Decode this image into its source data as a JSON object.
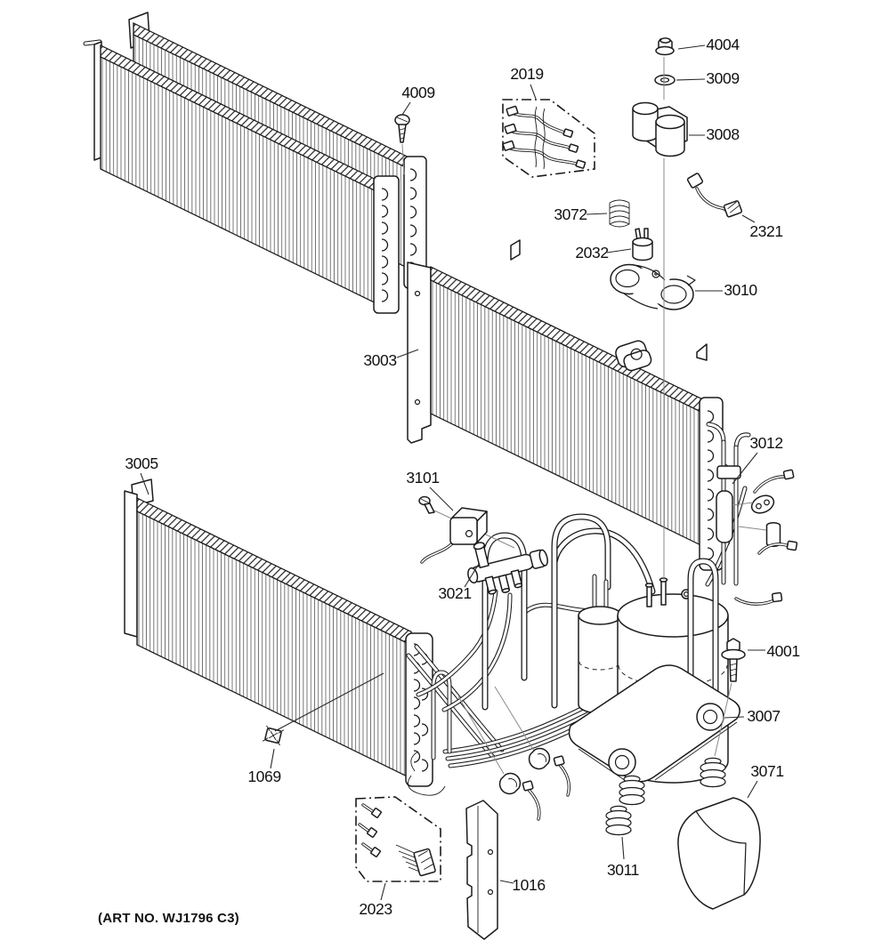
{
  "diagram": {
    "kind": "exploded-parts-diagram",
    "subject": "air-conditioner-sealed-system-unit"
  },
  "colors": {
    "background": "#ffffff",
    "line": "#1b1b1b",
    "leader_gray": "#8a8a8a",
    "label_text": "#111111"
  },
  "parts": [
    {
      "id": "4009",
      "label": "4009",
      "name": "screw"
    },
    {
      "id": "2019",
      "label": "2019",
      "name": "wire-harness-kit"
    },
    {
      "id": "4004",
      "label": "4004",
      "name": "nut"
    },
    {
      "id": "3009",
      "label": "3009",
      "name": "washer"
    },
    {
      "id": "3008",
      "label": "3008",
      "name": "capacitor-overload"
    },
    {
      "id": "2321",
      "label": "2321",
      "name": "lead-wire"
    },
    {
      "id": "3072",
      "label": "3072",
      "name": "spring"
    },
    {
      "id": "2032",
      "label": "2032",
      "name": "plug"
    },
    {
      "id": "3010",
      "label": "3010",
      "name": "terminal-bracket"
    },
    {
      "id": "3003",
      "label": "3003",
      "name": "finned-coil-middle"
    },
    {
      "id": "3012",
      "label": "3012",
      "name": "tube-sensor-assembly"
    },
    {
      "id": "3005",
      "label": "3005",
      "name": "finned-coil-lower"
    },
    {
      "id": "3101",
      "label": "3101",
      "name": "solenoid-coil"
    },
    {
      "id": "3021",
      "label": "3021",
      "name": "valve"
    },
    {
      "id": "4001",
      "label": "4001",
      "name": "bolt"
    },
    {
      "id": "3007",
      "label": "3007",
      "name": "compressor-mounting-plate"
    },
    {
      "id": "1069",
      "label": "1069",
      "name": "clip"
    },
    {
      "id": "2023",
      "label": "2023",
      "name": "wire-harness-kit-2"
    },
    {
      "id": "1016",
      "label": "1016",
      "name": "side-panel"
    },
    {
      "id": "3011",
      "label": "3011",
      "name": "grommet"
    },
    {
      "id": "3071",
      "label": "3071",
      "name": "compressor-shield"
    }
  ],
  "footer": {
    "art_no": "(ART NO. WJ1796 C3)"
  }
}
